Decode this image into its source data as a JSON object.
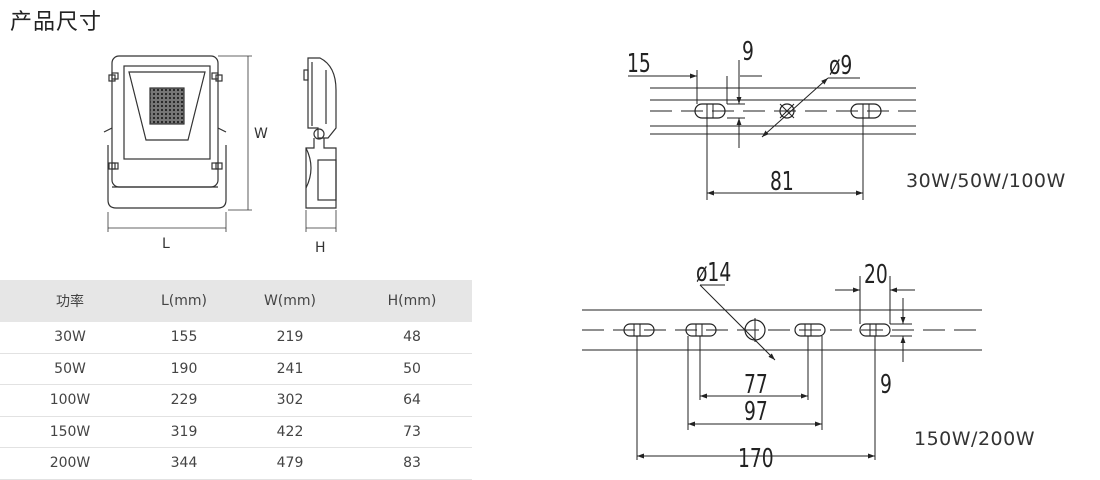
{
  "title": "产品尺寸",
  "front_view": {
    "width_label": "W",
    "length_label": "L"
  },
  "side_view": {
    "height_label": "H"
  },
  "bracket_small": {
    "model_label": "30W/50W/100W",
    "dims": {
      "offset": "15",
      "slot_height": "9",
      "hole_diameter": "ø9",
      "slot_spacing": "81"
    }
  },
  "bracket_large": {
    "model_label": "150W/200W",
    "dims": {
      "hole_diameter": "ø14",
      "slot_width": "20",
      "slot_height": "9",
      "inner_spacing": "77",
      "mid_spacing": "97",
      "outer_spacing": "170"
    }
  },
  "table": {
    "headers": [
      "功率",
      "L(mm)",
      "W(mm)",
      "H(mm)"
    ],
    "rows": [
      [
        "30W",
        "155",
        "219",
        "48"
      ],
      [
        "50W",
        "190",
        "241",
        "50"
      ],
      [
        "100W",
        "229",
        "302",
        "64"
      ],
      [
        "150W",
        "319",
        "422",
        "73"
      ],
      [
        "200W",
        "344",
        "479",
        "83"
      ]
    ]
  }
}
